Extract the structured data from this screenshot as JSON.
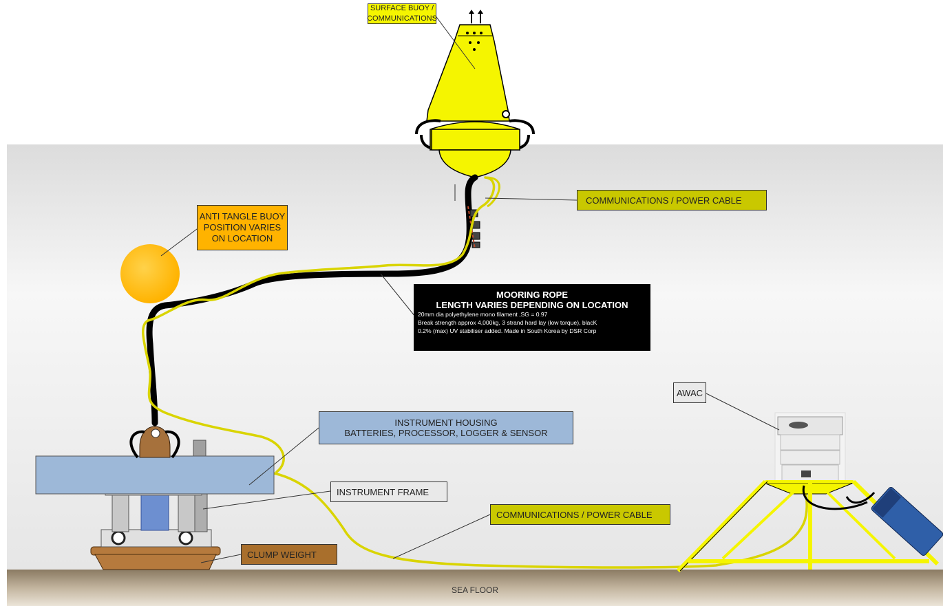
{
  "labels": {
    "surface_buoy": "SURFACE BUOY / COMMUNICATIONS",
    "comm_cable_top": "COMMUNICATIONS / POWER CABLE",
    "anti_tangle_1": "ANTI TANGLE BUOY",
    "anti_tangle_2": "POSITION VARIES",
    "anti_tangle_3": "ON LOCATION",
    "mooring_title_1": "MOORING ROPE",
    "mooring_title_2": "LENGTH VARIES DEPENDING ON LOCATION",
    "mooring_detail_1": "20mm dia polyethylene mono filament ,SG = 0.97",
    "mooring_detail_2": "Break strength approx 4,000kg, 3 strand hard lay (low torque), blacK",
    "mooring_detail_3": "0.2% (max) UV stabiliser added. Made in South Korea by DSR Corp",
    "housing_1": "INSTRUMENT HOUSING",
    "housing_2": "BATTERIES, PROCESSOR, LOGGER & SENSOR",
    "frame": "INSTRUMENT FRAME",
    "comm_cable_bottom": "COMMUNICATIONS / POWER CABLE",
    "clump": "CLUMP WEIGHT",
    "awac": "AWAC",
    "sea_floor": "SEA FLOOR"
  },
  "colors": {
    "buoy_yellow": "#f5f500",
    "cable_yellow": "#c9c800",
    "anti_tangle_orange": "#ffb300",
    "housing_blue": "#9db8d8",
    "clump_brown": "#a96f2c",
    "rope_black": "#000000",
    "awac_blue": "#2f5fa8",
    "sea_floor_brown": "#a59680"
  }
}
